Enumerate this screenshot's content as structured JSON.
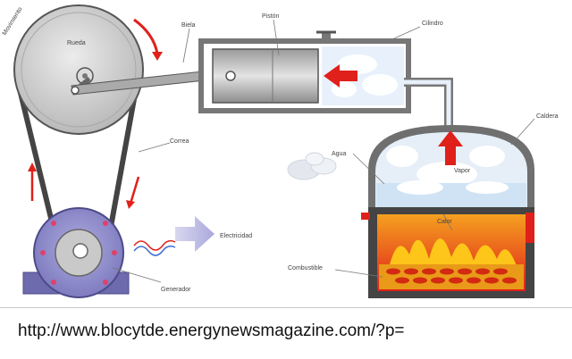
{
  "labels": {
    "movimiento": "Movimiento",
    "rueda": "Rueda",
    "biela": "Biela",
    "piston": "Pistón",
    "cilindro": "Cilindro",
    "caldera": "Caldera",
    "correa": "Correa",
    "agua": "Agua",
    "vapor": "Vapor",
    "electricidad": "Electricidad",
    "calor": "Calor",
    "combustible": "Combustible",
    "generador": "Generador"
  },
  "footer": {
    "url": "http://www.blocytde.energynewsmagazine.com/?p="
  },
  "colors": {
    "arrow_red": "#e0201a",
    "fire_orange": "#f07a10",
    "fire_yellow": "#ffd21a",
    "generator_purple": "#8a87c9",
    "wheel_grey": "#cfcfcf",
    "steam_blue": "#cfe3f5"
  }
}
